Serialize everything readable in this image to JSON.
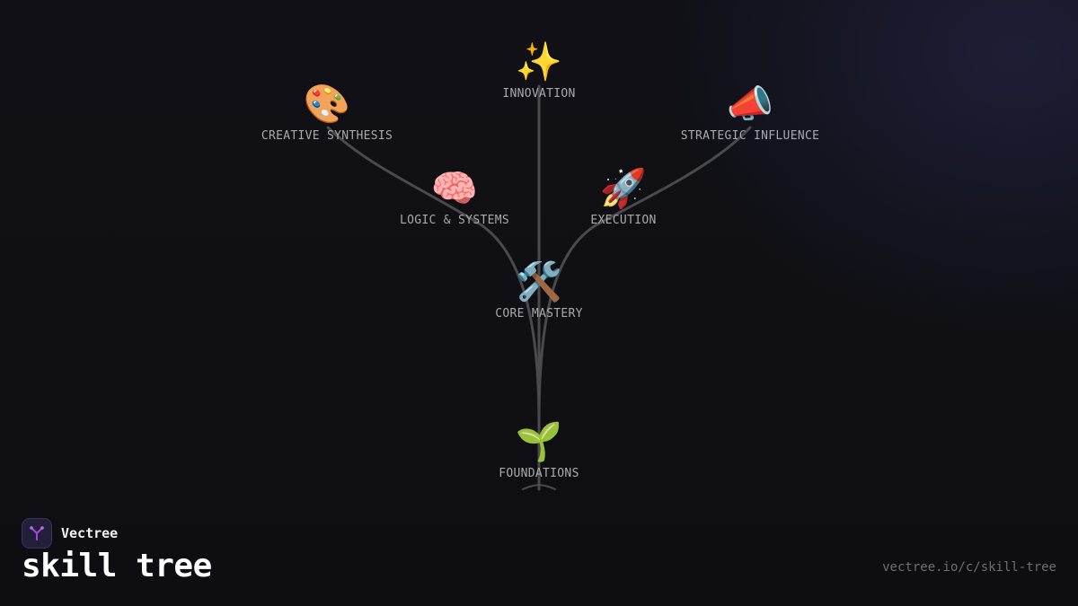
{
  "brand": {
    "name": "Vectree",
    "accent": "#a24ad6",
    "logo_icon": "vectree-tree-icon"
  },
  "title": "skill tree",
  "url": "vectree.io/c/skill-tree",
  "colors": {
    "background": "#0f0f14",
    "branch": "#4a4a4e",
    "label": "#a9a9ae"
  },
  "nodes": {
    "foundations": {
      "icon": "🌱",
      "icon_name": "seedling-icon",
      "label": "FOUNDATIONS"
    },
    "core_mastery": {
      "icon": "🛠️",
      "icon_name": "hammer-and-wrench-icon",
      "label": "CORE MASTERY"
    },
    "logic_systems": {
      "icon": "🧠",
      "icon_name": "brain-icon",
      "label": "LOGIC & SYSTEMS"
    },
    "execution": {
      "icon": "🚀",
      "icon_name": "rocket-icon",
      "label": "EXECUTION"
    },
    "creative_synthesis": {
      "icon": "🎨",
      "icon_name": "palette-icon",
      "label": "CREATIVE SYNTHESIS"
    },
    "innovation": {
      "icon": "✨",
      "icon_name": "sparkles-icon",
      "label": "INNOVATION"
    },
    "strategic_influence": {
      "icon": "📣",
      "icon_name": "megaphone-icon",
      "label": "STRATEGIC INFLUENCE"
    }
  },
  "edges": [
    [
      "foundations",
      "core_mastery"
    ],
    [
      "foundations",
      "logic_systems"
    ],
    [
      "foundations",
      "execution"
    ],
    [
      "core_mastery",
      "innovation"
    ],
    [
      "logic_systems",
      "creative_synthesis"
    ],
    [
      "execution",
      "strategic_influence"
    ]
  ]
}
